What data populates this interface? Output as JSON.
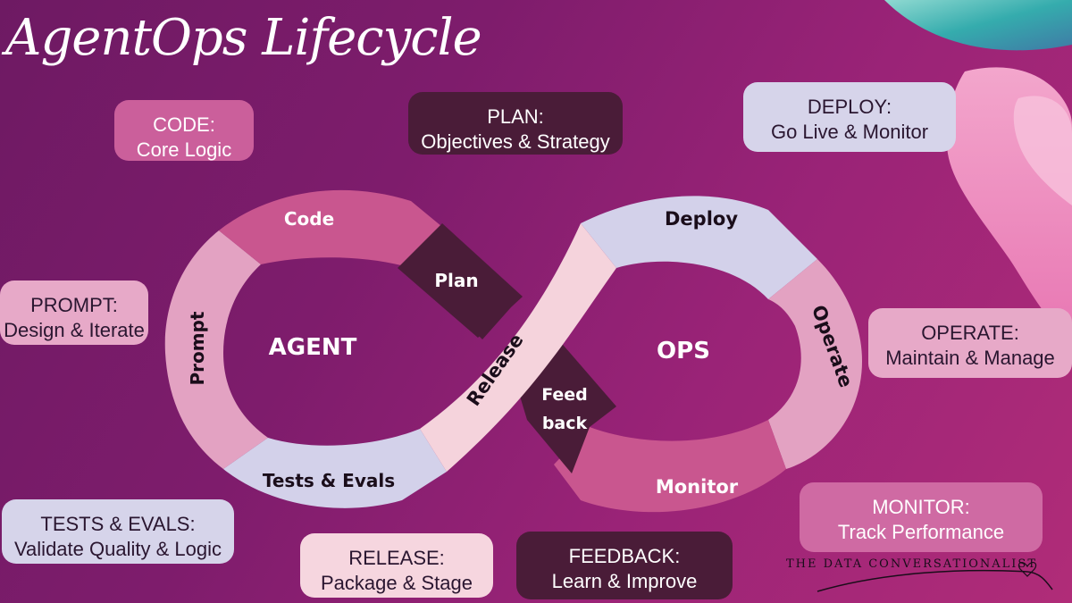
{
  "title": "AgentOps Lifecycle",
  "cards": {
    "code": {
      "heading": "CODE:",
      "desc": "Core Logic"
    },
    "plan": {
      "heading": "PLAN:",
      "desc": "Objectives & Strategy"
    },
    "deploy": {
      "heading": "DEPLOY:",
      "desc": "Go Live & Monitor"
    },
    "prompt": {
      "heading": "PROMPT:",
      "desc": "Design & Iterate"
    },
    "operate": {
      "heading": "OPERATE:",
      "desc": "Maintain & Manage"
    },
    "tests": {
      "heading": "TESTS & EVALS:",
      "desc": "Validate Quality & Logic"
    },
    "release": {
      "heading": "RELEASE:",
      "desc": "Package & Stage"
    },
    "feedback": {
      "heading": "FEEDBACK:",
      "desc": "Learn & Improve"
    },
    "monitor": {
      "heading": "MONITOR:",
      "desc": "Track Performance"
    }
  },
  "loop": {
    "left_center": "AGENT",
    "right_center": "OPS",
    "segments": {
      "code": "Code",
      "plan": "Plan",
      "prompt": "Prompt",
      "tests": "Tests & Evals",
      "release": "Release",
      "feedback_1": "Feed",
      "feedback_2": "back",
      "deploy": "Deploy",
      "operate": "Operate",
      "monitor": "Monitor"
    }
  },
  "brand": "THE DATA CONVERSATIONALIST",
  "colors": {
    "background": "#8a1f6f",
    "code": "#c9568f",
    "prompt": "#e3a2c2",
    "tests": "#d3d1ea",
    "release": "#f5d3dc",
    "plan_feedback": "#4a1c38",
    "deploy": "#d3d1ea",
    "operate": "#e3a2c2",
    "monitor": "#c9568f"
  }
}
